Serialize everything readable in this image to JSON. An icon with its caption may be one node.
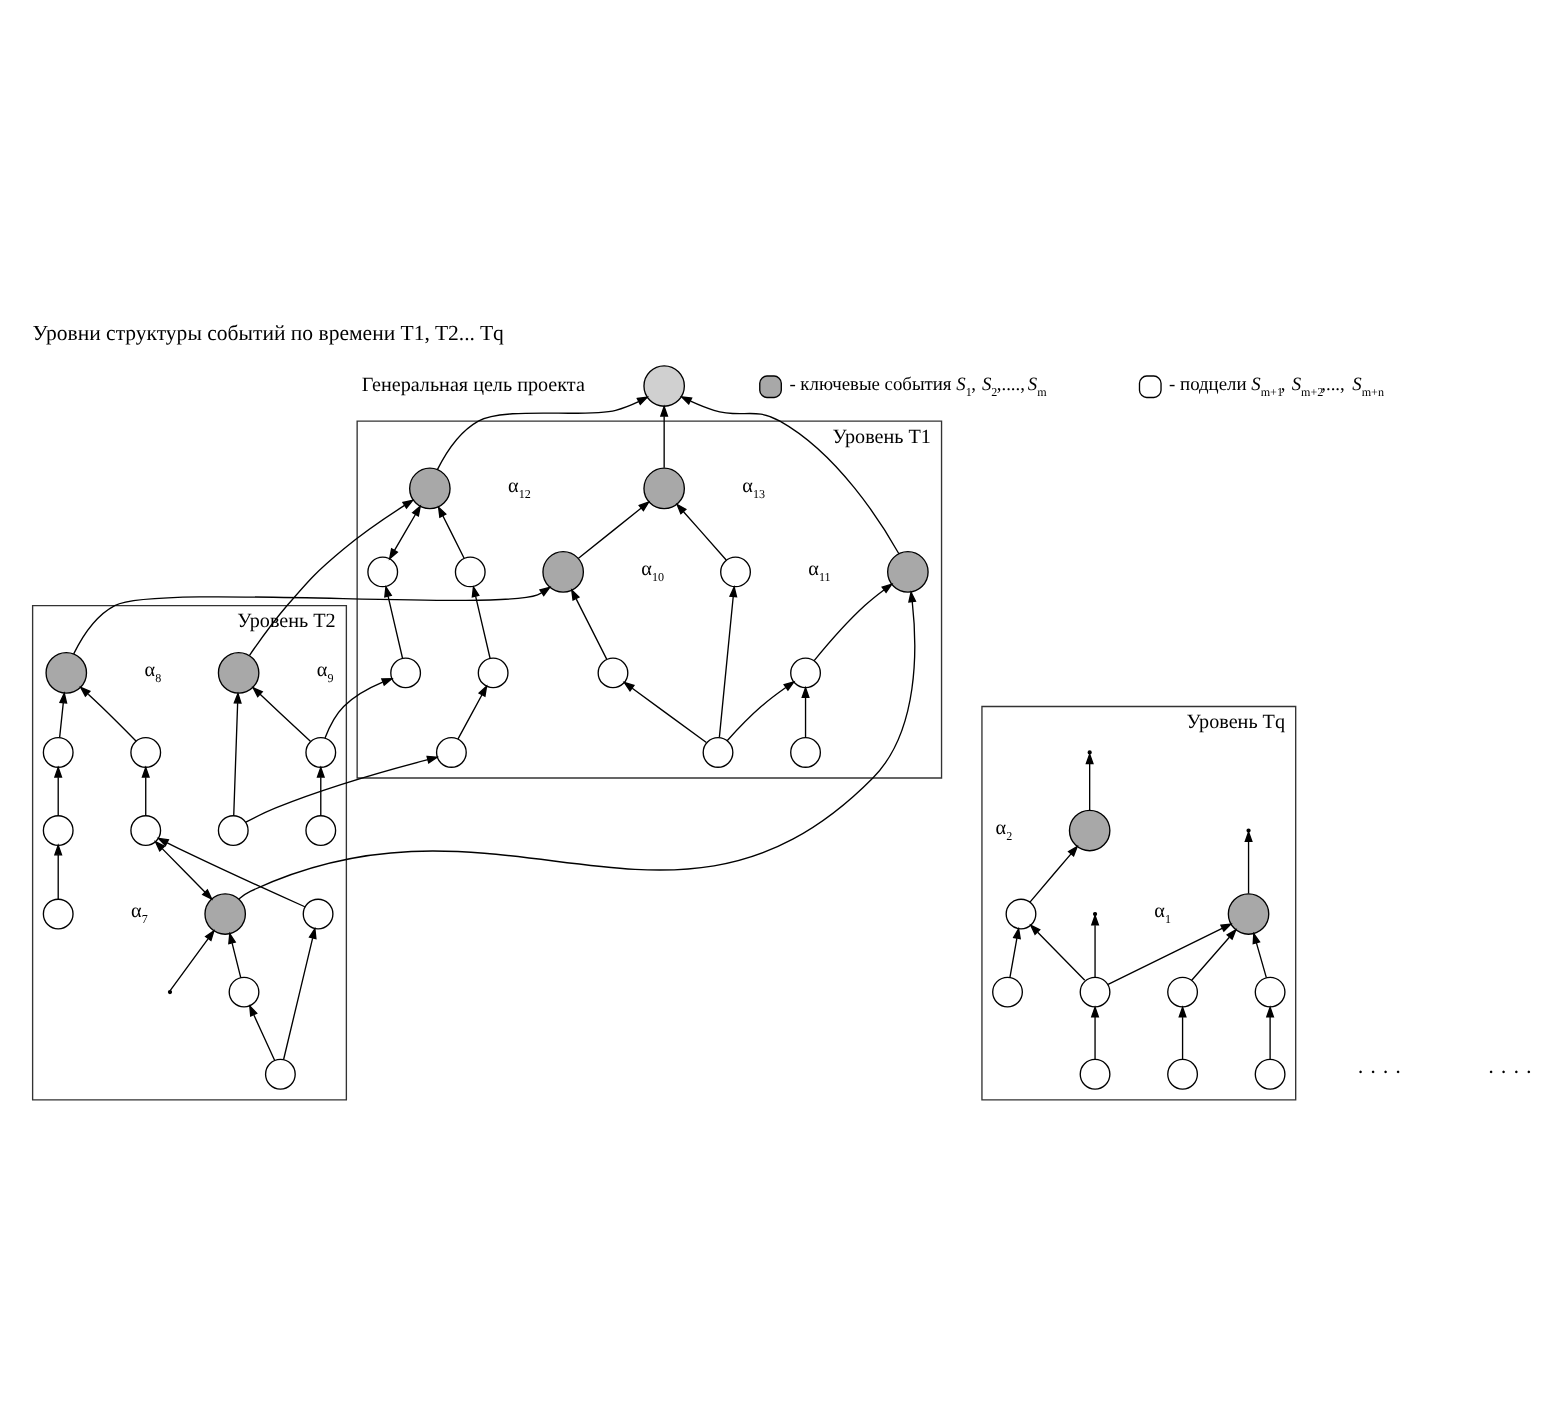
{
  "diagram": {
    "title": "Уровни структуры событий по времени T1, T2... Tq",
    "nodes": [
      {
        "text": [],
        "shape": "circle",
        "beside": [
          "Генеральная цель проекта"
        ]
      },
      {
        "text": [
          "Уровень T1"
        ]
      },
      {
        "text": [],
        "shape": "circle",
        "in": 1,
        "beside": [
          "α$_{13}$"
        ]
      },
      {
        "text": [],
        "shape": "circle",
        "in": 1,
        "beside": [
          "α$_{12}$"
        ]
      },
      {
        "text": [],
        "shape": "circle",
        "in": 1,
        "beside": [
          "α$_{11}$"
        ]
      },
      {
        "text": [],
        "shape": "circle",
        "in": 1
      },
      {
        "text": [],
        "shape": "circle",
        "in": 1
      },
      {
        "text": [],
        "shape": "circle",
        "in": 1,
        "beside": [
          "α$_{10}$"
        ]
      },
      {
        "text": [],
        "shape": "circle",
        "in": 1
      },
      {
        "text": [],
        "shape": "circle",
        "in": 1
      },
      {
        "text": [],
        "shape": "circle",
        "in": 1
      },
      {
        "text": [],
        "shape": "circle",
        "in": 1
      },
      {
        "text": [],
        "shape": "circle",
        "in": 1
      },
      {
        "text": [],
        "shape": "circle",
        "in": 1
      },
      {
        "text": [],
        "shape": "circle",
        "in": 1
      },
      {
        "text": [],
        "shape": "circle",
        "in": 1
      },
      {
        "text": [
          "Уровень T2"
        ]
      },
      {
        "text": [],
        "shape": "circle",
        "in": 16,
        "beside": [
          "α$_{7}$"
        ]
      },
      {
        "text": [],
        "shape": "circle",
        "in": 16,
        "beside": [
          "α$_{9}$"
        ]
      },
      {
        "text": [],
        "shape": "circle",
        "in": 16
      },
      {
        "text": [],
        "shape": "circle",
        "in": 16,
        "beside": [
          "α$_{8}$"
        ]
      },
      {
        "text": [],
        "shape": "circle",
        "in": 16
      },
      {
        "text": [],
        "shape": "circle",
        "in": 16
      },
      {
        "text": [],
        "shape": "circle",
        "in": 16
      },
      {
        "text": [],
        "shape": "circle",
        "in": 16
      },
      {
        "text": [],
        "shape": "circle",
        "in": 16
      },
      {
        "text": [],
        "shape": "circle",
        "in": 16
      },
      {
        "text": [],
        "shape": "circle",
        "in": 16
      },
      {
        "text": [],
        "shape": "circle",
        "in": 16
      },
      {
        "text": [],
        "shape": "circle",
        "in": 16
      },
      {
        "text": [],
        "shape": "circle",
        "in": 16
      },
      {
        "text": [
          "Уровень Tq"
        ]
      },
      {
        "text": [],
        "shape": "circle",
        "in": 31,
        "beside": [
          "α$_{2}$"
        ]
      },
      {
        "text": [],
        "shape": "circle",
        "in": 31,
        "beside": [
          "α$_{1}$"
        ]
      },
      {
        "text": [],
        "shape": "circle",
        "in": 31
      },
      {
        "text": [],
        "shape": "circle",
        "in": 31
      },
      {
        "text": [],
        "shape": "circle",
        "in": 31
      },
      {
        "text": [],
        "shape": "circle",
        "in": 31
      },
      {
        "text": [],
        "shape": "circle",
        "in": 31
      },
      {
        "text": [],
        "shape": "circle",
        "in": 31
      },
      {
        "text": [],
        "shape": "circle",
        "in": 31
      },
      {
        "text": [],
        "shape": "circle",
        "in": 31
      }
    ],
    "edges": [
      {
        "from": 4,
        "to": 0,
        "arrow": "to"
      },
      {
        "from": 2,
        "to": 0,
        "arrow": "to"
      },
      {
        "from": 3,
        "to": 0,
        "arrow": "to"
      },
      {
        "from": 7,
        "to": 2,
        "arrow": "to"
      },
      {
        "from": 5,
        "to": 2,
        "arrow": "to"
      },
      {
        "from": 13,
        "to": 5,
        "arrow": "to"
      },
      {
        "from": 13,
        "to": 14,
        "arrow": "to"
      },
      {
        "from": 13,
        "to": 11,
        "arrow": "to"
      },
      {
        "from": 12,
        "to": 11,
        "arrow": "to"
      },
      {
        "from": 11,
        "to": 4,
        "arrow": "to"
      },
      {
        "from": 17,
        "to": 4,
        "arrow": "to"
      },
      {
        "from": 14,
        "to": 7,
        "arrow": "to"
      },
      {
        "from": 20,
        "to": 7,
        "arrow": "to"
      },
      {
        "from": 6,
        "to": 3,
        "arrow": "to"
      },
      {
        "from": 8,
        "to": 6,
        "arrow": "to"
      },
      {
        "from": 15,
        "to": 8,
        "arrow": "to"
      },
      {
        "from": 18,
        "to": 3,
        "arrow": "to"
      },
      {
        "from": 9,
        "to": 3,
        "arrow": "both"
      },
      {
        "from": 10,
        "to": 9,
        "arrow": "to"
      },
      {
        "from": 19,
        "to": 10,
        "arrow": "to"
      },
      {
        "from": 24,
        "to": 19,
        "arrow": "to"
      },
      {
        "from": 19,
        "to": 18,
        "arrow": "to"
      },
      {
        "from": 28,
        "to": 18,
        "arrow": "to"
      },
      {
        "from": 28,
        "to": 15,
        "arrow": "to"
      },
      {
        "from": null,
        "to": 17,
        "arrow": "to"
      },
      {
        "from": 22,
        "to": 17,
        "arrow": "to"
      },
      {
        "from": 17,
        "to": 21,
        "arrow": "both"
      },
      {
        "from": 29,
        "to": 22,
        "arrow": "to"
      },
      {
        "from": 29,
        "to": 25,
        "arrow": "to"
      },
      {
        "from": 25,
        "to": 21,
        "arrow": "to"
      },
      {
        "from": 21,
        "to": 26,
        "arrow": "to"
      },
      {
        "from": 26,
        "to": 20,
        "arrow": "to"
      },
      {
        "from": 23,
        "to": 20,
        "arrow": "to"
      },
      {
        "from": 30,
        "to": 23,
        "arrow": "to"
      },
      {
        "from": 27,
        "to": 30,
        "arrow": "to"
      },
      {
        "from": 34,
        "to": 32,
        "arrow": "to"
      },
      {
        "from": 32,
        "to": null,
        "arrow": "to"
      },
      {
        "from": 39,
        "to": 34,
        "arrow": "to"
      },
      {
        "from": 37,
        "to": 34,
        "arrow": "to"
      },
      {
        "from": 37,
        "to": 33,
        "arrow": "to"
      },
      {
        "from": 37,
        "to": null,
        "arrow": "to"
      },
      {
        "from": 41,
        "to": 37,
        "arrow": "to"
      },
      {
        "from": 36,
        "to": 33,
        "arrow": "to"
      },
      {
        "from": 40,
        "to": 36,
        "arrow": "to"
      },
      {
        "from": 38,
        "to": 35,
        "arrow": "to"
      },
      {
        "from": 35,
        "to": 33,
        "arrow": "to"
      },
      {
        "from": 33,
        "to": null,
        "arrow": "to"
      }
    ],
    "labels": [
      "· · · ·",
      "· · · ·"
    ],
    "legend": [
      {
        "text": "- ключевые события *S*$_{1}$, *S*$_{2}$,....,*S*$_{m}$"
      },
      {
        "text": "- подцели *S*$_{m+1}$, *S*$_{m+2}$,..., *S*$_{m+n}$"
      }
    ]
  }
}
